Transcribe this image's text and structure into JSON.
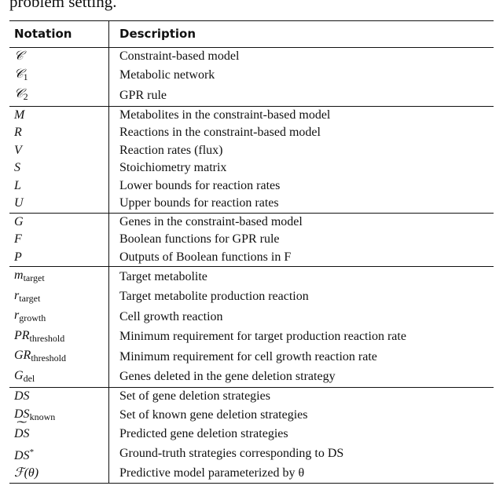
{
  "caption_tail": "problem setting.",
  "header": {
    "notation": "Notation",
    "description": "Description"
  },
  "groups": [
    [
      {
        "sym": "𝒞",
        "sub": "",
        "sup": "",
        "tilde": false,
        "desc": "Constraint-based model"
      },
      {
        "sym": "𝒞",
        "sub": "1",
        "sup": "",
        "tilde": false,
        "desc": "Metabolic network"
      },
      {
        "sym": "𝒞",
        "sub": "2",
        "sup": "",
        "tilde": false,
        "desc": "GPR rule"
      }
    ],
    [
      {
        "sym": "M",
        "sub": "",
        "sup": "",
        "tilde": false,
        "desc": "Metabolites in the constraint-based model"
      },
      {
        "sym": "R",
        "sub": "",
        "sup": "",
        "tilde": false,
        "desc": "Reactions in the constraint-based model"
      },
      {
        "sym": "V",
        "sub": "",
        "sup": "",
        "tilde": false,
        "desc": "Reaction rates (flux)"
      },
      {
        "sym": "S",
        "sub": "",
        "sup": "",
        "tilde": false,
        "desc": "Stoichiometry matrix"
      },
      {
        "sym": "L",
        "sub": "",
        "sup": "",
        "tilde": false,
        "desc": "Lower bounds for reaction rates"
      },
      {
        "sym": "U",
        "sub": "",
        "sup": "",
        "tilde": false,
        "desc": "Upper bounds for reaction rates"
      }
    ],
    [
      {
        "sym": "G",
        "sub": "",
        "sup": "",
        "tilde": false,
        "desc": "Genes in the constraint-based model"
      },
      {
        "sym": "F",
        "sub": "",
        "sup": "",
        "tilde": false,
        "desc": "Boolean functions for GPR rule"
      },
      {
        "sym": "P",
        "sub": "",
        "sup": "",
        "tilde": false,
        "desc": "Outputs of Boolean functions in F"
      }
    ],
    [
      {
        "sym": "m",
        "sub": "target",
        "sup": "",
        "tilde": false,
        "desc": "Target metabolite"
      },
      {
        "sym": "r",
        "sub": "target",
        "sup": "",
        "tilde": false,
        "desc": "Target metabolite production reaction"
      },
      {
        "sym": "r",
        "sub": "growth",
        "sup": "",
        "tilde": false,
        "desc": "Cell growth reaction"
      },
      {
        "sym": "PR",
        "sub": "threshold",
        "sup": "",
        "tilde": false,
        "desc": "Minimum requirement for target production reaction rate"
      },
      {
        "sym": "GR",
        "sub": "threshold",
        "sup": "",
        "tilde": false,
        "desc": "Minimum requirement for cell growth reaction rate"
      },
      {
        "sym": "G",
        "sub": "del",
        "sup": "",
        "tilde": false,
        "desc": "Genes deleted in the gene deletion strategy"
      }
    ],
    [
      {
        "sym": "DS",
        "sub": "",
        "sup": "",
        "tilde": false,
        "desc": "Set of gene deletion strategies"
      },
      {
        "sym": "DS",
        "sub": "known",
        "sup": "",
        "tilde": false,
        "desc": "Set of known gene deletion strategies"
      },
      {
        "sym": "DS",
        "sub": "",
        "sup": "",
        "tilde": true,
        "desc": "Predicted gene deletion strategies"
      },
      {
        "sym": "DS",
        "sub": "",
        "sup": "*",
        "tilde": false,
        "desc": "Ground-truth strategies corresponding to DS"
      },
      {
        "sym": "ℱ(θ)",
        "sub": "",
        "sup": "",
        "tilde": false,
        "desc": "Predictive model parameterized by θ"
      }
    ]
  ]
}
